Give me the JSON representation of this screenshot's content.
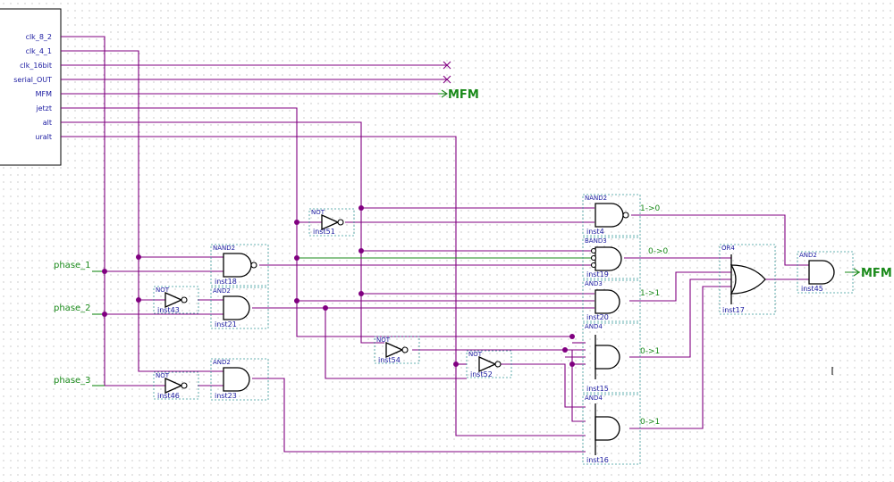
{
  "block": {
    "pins": [
      "clk_8_2",
      "clk_4_1",
      "clk_16bit",
      "serial_OUT",
      "MFM",
      "jetzt",
      "alt",
      "uralt"
    ]
  },
  "phases": [
    "phase_1",
    "phase_2",
    "phase_3"
  ],
  "outputs": {
    "mfm_top": "MFM",
    "mfm_right": "MFM"
  },
  "gates": [
    {
      "type": "NAND2",
      "inst": "inst4"
    },
    {
      "type": "BAND3",
      "inst": "inst19"
    },
    {
      "type": "AND3",
      "inst": "inst20"
    },
    {
      "type": "AND4",
      "inst": "inst15"
    },
    {
      "type": "AND4",
      "inst": "inst16"
    },
    {
      "type": "OR4",
      "inst": "inst17"
    },
    {
      "type": "AND2",
      "inst": "inst45"
    },
    {
      "type": "NAND2",
      "inst": "inst18"
    },
    {
      "type": "AND2",
      "inst": "inst21"
    },
    {
      "type": "AND2",
      "inst": "inst23"
    },
    {
      "type": "NOT",
      "inst": "inst51"
    },
    {
      "type": "NOT",
      "inst": "inst43"
    },
    {
      "type": "NOT",
      "inst": "inst46"
    },
    {
      "type": "NOT",
      "inst": "inst54"
    },
    {
      "type": "NOT",
      "inst": "inst52"
    }
  ],
  "transitions": [
    "1->0",
    "0->0",
    "1->1",
    "0->1",
    "0->1"
  ],
  "colors": {
    "wire": "#800080",
    "signal_label": "#1a8a1a",
    "pin_label": "#1a1aa0",
    "gate_outline": "#000000",
    "grid": "#9a9a9a"
  }
}
